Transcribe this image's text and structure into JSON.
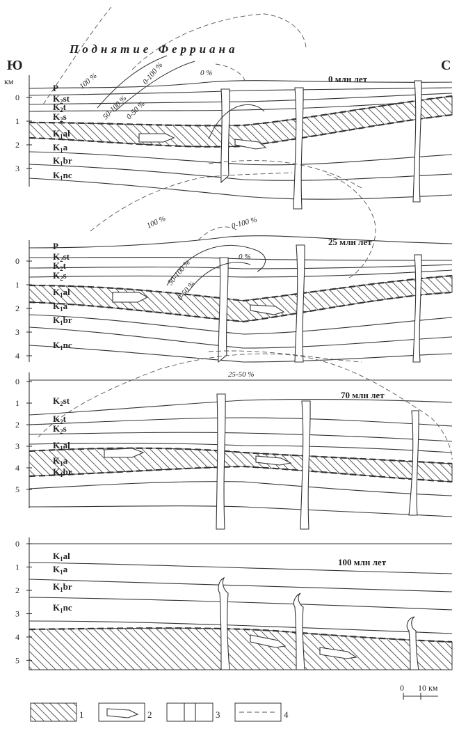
{
  "title": "Поднятие  Ферриана",
  "directions": {
    "south": "Ю",
    "north": "С"
  },
  "depth_unit": "км",
  "panels": [
    {
      "age": "0 млн лет",
      "depth_ticks": [
        "0",
        "1",
        "2",
        "3"
      ],
      "layers": [
        [
          "K",
          "1",
          "nc"
        ],
        [
          "K",
          "1",
          "br"
        ],
        [
          "K",
          "1",
          "a"
        ],
        [
          "K",
          "1",
          "al"
        ],
        [
          "K",
          "2",
          "s"
        ],
        [
          "K",
          "2",
          "t"
        ],
        [
          "K",
          "2",
          "st"
        ],
        [
          "P",
          "",
          ""
        ]
      ],
      "percent_labels": [
        "100 %",
        "50-100 %",
        "0-50 %",
        "0-100 %",
        "0 %"
      ]
    },
    {
      "age": "25 млн лет",
      "depth_ticks": [
        "0",
        "1",
        "2",
        "3",
        "4"
      ],
      "layers": [
        [
          "K",
          "1",
          "nc"
        ],
        [
          "K",
          "1",
          "br"
        ],
        [
          "K",
          "1",
          "a"
        ],
        [
          "K",
          "1",
          "al"
        ],
        [
          "K",
          "2",
          "s"
        ],
        [
          "K",
          "2",
          "t"
        ],
        [
          "K",
          "2",
          "st"
        ],
        [
          "P",
          "",
          ""
        ]
      ],
      "percent_labels": [
        "100 %",
        "0-100 %",
        "50-100 %",
        "0-50 %",
        "0 %"
      ]
    },
    {
      "age": "70 млн лет",
      "depth_ticks": [
        "0",
        "1",
        "2",
        "3",
        "4",
        "5"
      ],
      "layers": [
        [
          "K",
          "1",
          "br"
        ],
        [
          "K",
          "1",
          "a"
        ],
        [
          "K",
          "1",
          "al"
        ],
        [
          "K",
          "2",
          "s"
        ],
        [
          "K",
          "2",
          "t"
        ],
        [
          "K",
          "2",
          "st"
        ]
      ],
      "percent_labels": [
        "25-50 %"
      ]
    },
    {
      "age": "100 млн лет",
      "depth_ticks": [
        "0",
        "1",
        "2",
        "3",
        "4",
        "5"
      ],
      "layers": [
        [
          "K",
          "1",
          "nc"
        ],
        [
          "K",
          "1",
          "br"
        ],
        [
          "K",
          "1",
          "a"
        ],
        [
          "K",
          "1",
          "al"
        ]
      ],
      "percent_labels": []
    }
  ],
  "scale_bar": {
    "start": "0",
    "end": "10 км"
  },
  "legend": [
    "1",
    "2",
    "3",
    "4"
  ]
}
